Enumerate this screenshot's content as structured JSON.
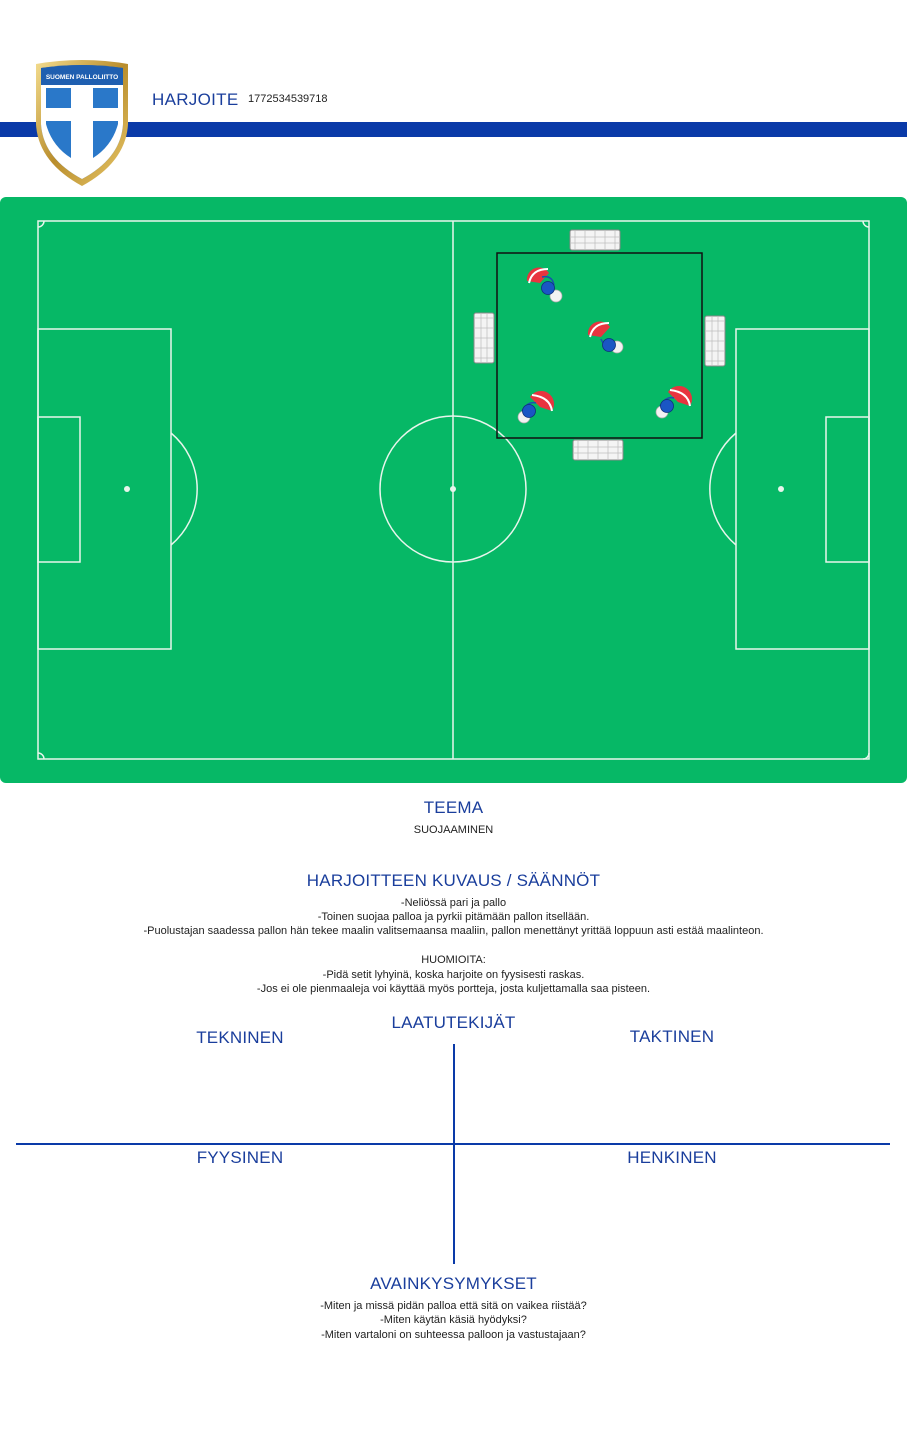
{
  "header": {
    "logo_text": "SUOMEN PALLOLIITTO",
    "title": "HARJOITE",
    "id": "1772534539718",
    "accent_color": "#0a3aa8"
  },
  "pitch": {
    "grass_color": "#06b866",
    "line_color": "#e8f5ec"
  },
  "theme": {
    "heading": "TEEMA",
    "value": "SUOJAAMINEN"
  },
  "description": {
    "heading": "HARJOITTEEN KUVAUS / SÄÄNNÖT",
    "lines": [
      "-Neliössä pari ja pallo",
      "-Toinen suojaa palloa ja pyrkii pitämään pallon itsellään.",
      "-Puolustajan saadessa pallon hän tekee maalin valitsemaansa maaliin, pallon menettänyt yrittää loppuun asti estää maalinteon."
    ],
    "notes_heading": "HUOMIOITA:",
    "notes": [
      "-Pidä setit lyhyinä, koska harjoite on fyysisesti raskas.",
      "-Jos ei ole pienmaaleja voi käyttää myös portteja, josta kuljettamalla saa pisteen."
    ]
  },
  "qualities": {
    "heading": "LAATUTEKIJÄT",
    "technical": "TEKNINEN",
    "tactical": "TAKTINEN",
    "physical": "FYYSINEN",
    "mental": "HENKINEN"
  },
  "key_questions": {
    "heading": "AVAINKYSYMYKSET",
    "lines": [
      "-Miten ja missä pidän palloa että sitä on vaikea riistää?",
      "-Miten käytän käsiä hyödyksi?",
      "-Miten vartaloni on suhteessa palloon ja vastustajaan?"
    ]
  }
}
